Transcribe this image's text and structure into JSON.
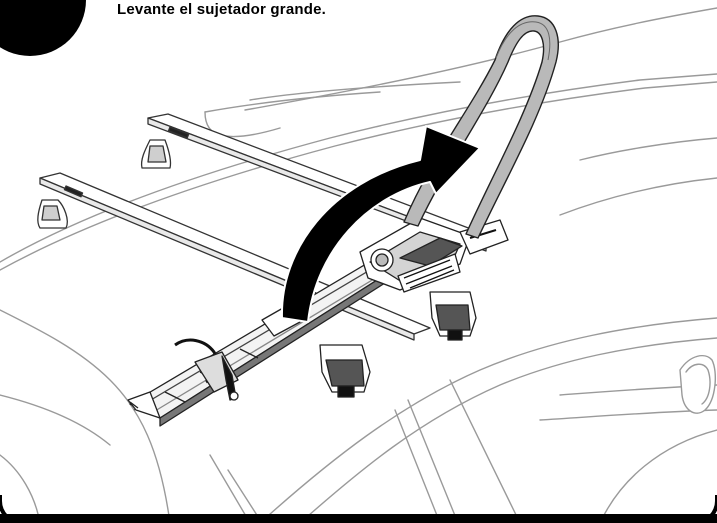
{
  "step": {
    "number": "",
    "instruction": "Levante el sujetador grande."
  },
  "figure": {
    "subject": "bike-rack-on-car-roof-bars",
    "action_arrow": "curved-arrow-lift-up",
    "colors": {
      "ink": "#000000",
      "line": "#333333",
      "car_line": "#9a9a9a",
      "hoop_fill": "#b9b9b9",
      "arrow_fill": "#000000",
      "background": "#ffffff"
    }
  }
}
